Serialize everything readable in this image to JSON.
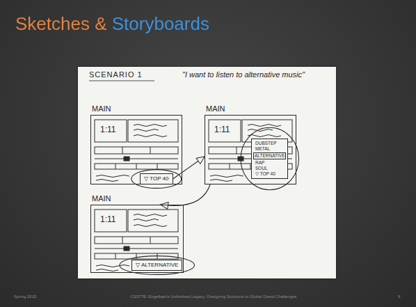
{
  "diagram": {
    "title": "Sketches & Storyboards",
    "nodes": [
      {
        "text": [
          "MAIN",
          "1:11"
        ]
      },
      {
        "text": [
          "▽ TOP 40"
        ],
        "in": 0
      },
      {
        "text": [
          "MAIN",
          "1:11"
        ]
      },
      {
        "text": [
          "DUBSTEP",
          "METAL",
          "ALTERNATIVE",
          "RAP",
          "SOUL",
          "▽ TOP 40"
        ],
        "in": 2
      },
      {
        "text": [
          "MAIN",
          "1:11"
        ]
      },
      {
        "text": [
          "▽ ALTERNATIVE"
        ],
        "in": 4
      }
    ],
    "edges": [
      {
        "from": 1,
        "to": 2,
        "arrow": "to"
      },
      {
        "from": 2,
        "to": 4,
        "arrow": "to"
      }
    ],
    "labels": [
      "SCENARIO 1",
      "\"I want to listen to alternative music\"",
      "Spring 2015",
      "CS377E: Engelbart's Unfinished Legacy: Designing Solutions to Global Grand Challenges",
      "9"
    ]
  }
}
